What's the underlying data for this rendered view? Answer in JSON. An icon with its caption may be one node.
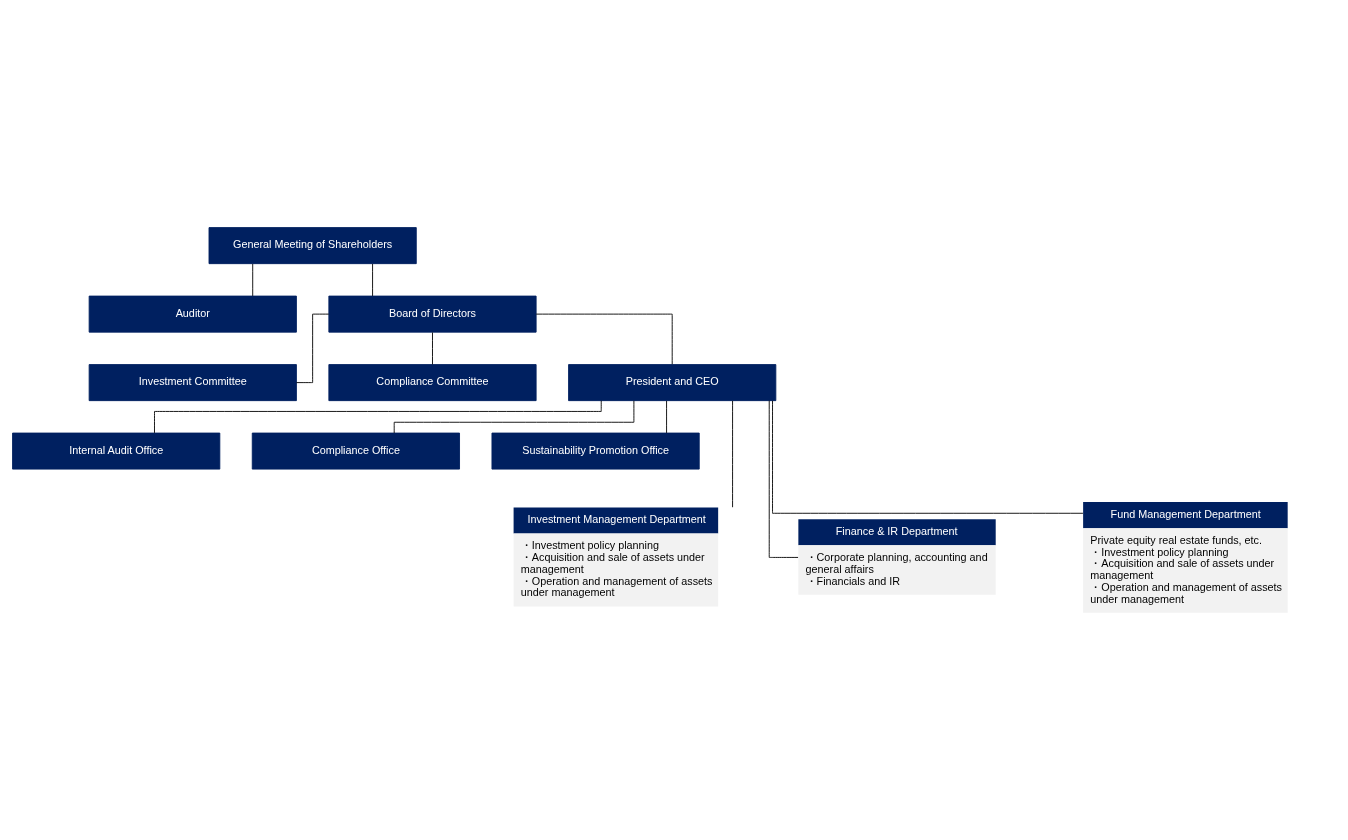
{
  "diagram": {
    "nodes": [
      {
        "text": [
          "General Meeting of Shareholders"
        ]
      },
      {
        "text": [
          "Auditor"
        ]
      },
      {
        "text": [
          "Board of Directors"
        ]
      },
      {
        "text": [
          "Investment Committee"
        ]
      },
      {
        "text": [
          "Compliance Committee"
        ]
      },
      {
        "text": [
          "President and CEO"
        ]
      },
      {
        "text": [
          "Internal Audit Office"
        ]
      },
      {
        "text": [
          "Compliance Office"
        ]
      },
      {
        "text": [
          "Sustainability Promotion Office"
        ]
      },
      {
        "text": [
          "Investment Management Department",
          "・Investment policy planning",
          "・Acquisition and sale of assets under management",
          "・Operation and management of assets under management"
        ]
      },
      {
        "text": [
          "Finance & IR Department",
          "・Corporate planning, accounting and general affairs",
          "・Financials and IR"
        ]
      },
      {
        "text": [
          "Fund Management Department",
          "Private equity real estate funds, etc.",
          "・Investment policy planning",
          "・Acquisition and sale of assets under management",
          "・Operation and management of assets under management"
        ]
      }
    ],
    "edges": [
      {
        "from": 0,
        "to": 2,
        "arrow": "none"
      },
      {
        "from": 0,
        "to": 1,
        "arrow": "none"
      },
      {
        "from": 2,
        "to": 5,
        "arrow": "none"
      },
      {
        "from": 2,
        "to": 3,
        "arrow": "none"
      },
      {
        "from": 2,
        "to": 4,
        "arrow": "none"
      },
      {
        "from": 5,
        "to": 6,
        "arrow": "none"
      },
      {
        "from": 5,
        "to": 7,
        "arrow": "none"
      },
      {
        "from": 5,
        "to": 8,
        "arrow": "none"
      },
      {
        "from": 5,
        "to": 9,
        "arrow": "none"
      },
      {
        "from": 5,
        "to": 10,
        "arrow": "none"
      },
      {
        "from": 5,
        "to": 11,
        "arrow": "none"
      }
    ]
  }
}
